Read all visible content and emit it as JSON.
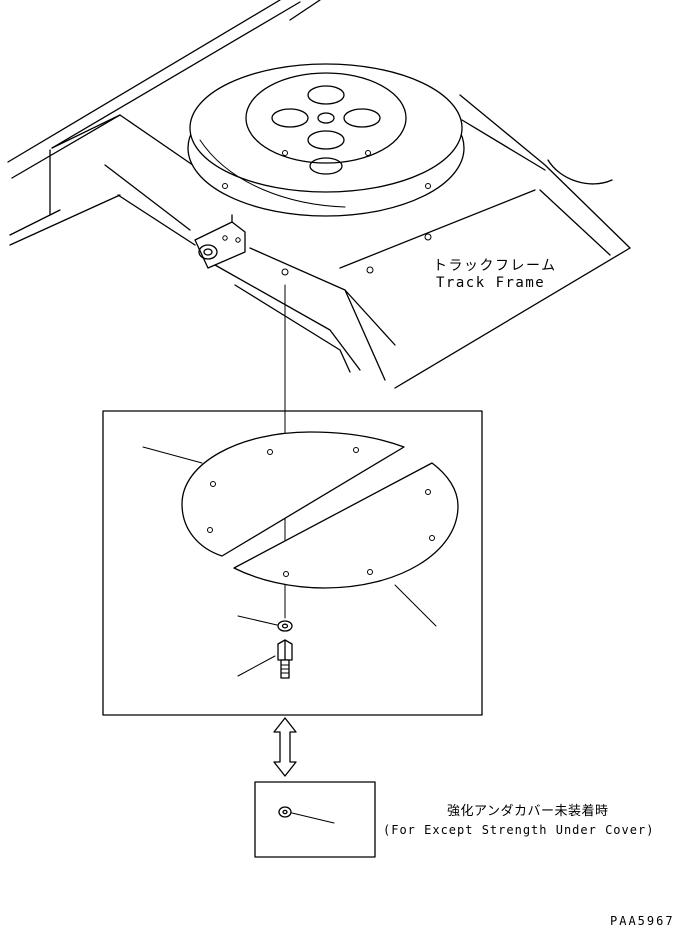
{
  "labels": {
    "track_frame_jp": "トラックフレーム",
    "track_frame_en": "Track Frame",
    "variant_jp": "強化アンダカバー未装着時",
    "variant_en": "(For Except Strength Under Cover)",
    "drawing_code": "PAA5967"
  }
}
